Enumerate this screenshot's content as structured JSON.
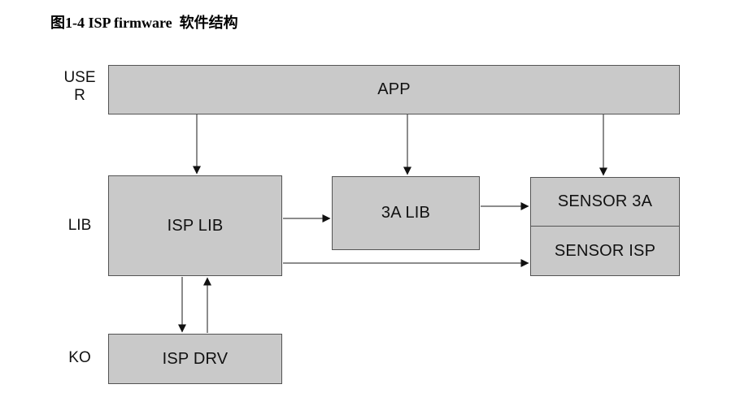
{
  "figure": {
    "caption": "图1-4 ISP firmware  软件结构"
  },
  "diagram": {
    "layers": {
      "user": "USE\nR",
      "lib": "LIB",
      "ko": "KO"
    },
    "nodes": {
      "app": {
        "label": "APP"
      },
      "isp_lib": {
        "label": "ISP LIB"
      },
      "a3_lib": {
        "label": "3A LIB"
      },
      "sensor_3a": {
        "label": "SENSOR 3A"
      },
      "sensor_isp": {
        "label": "SENSOR ISP"
      },
      "isp_drv": {
        "label": "ISP DRV"
      }
    },
    "edges": [
      {
        "from": "APP",
        "to": "ISP LIB",
        "direction": "down"
      },
      {
        "from": "APP",
        "to": "3A LIB",
        "direction": "down"
      },
      {
        "from": "APP",
        "to": "SENSOR 3A",
        "direction": "down"
      },
      {
        "from": "ISP LIB",
        "to": "3A LIB",
        "direction": "right"
      },
      {
        "from": "3A LIB",
        "to": "SENSOR 3A",
        "direction": "right"
      },
      {
        "from": "ISP LIB",
        "to": "SENSOR ISP",
        "direction": "right"
      },
      {
        "from": "ISP LIB",
        "to": "ISP DRV",
        "direction": "down"
      },
      {
        "from": "ISP DRV",
        "to": "ISP LIB",
        "direction": "up"
      }
    ],
    "colors": {
      "background": "#ffffff",
      "box_fill": "#c9c9c9",
      "box_border": "#545454",
      "arrow": "#1a1a1a",
      "text": "#000000"
    }
  }
}
